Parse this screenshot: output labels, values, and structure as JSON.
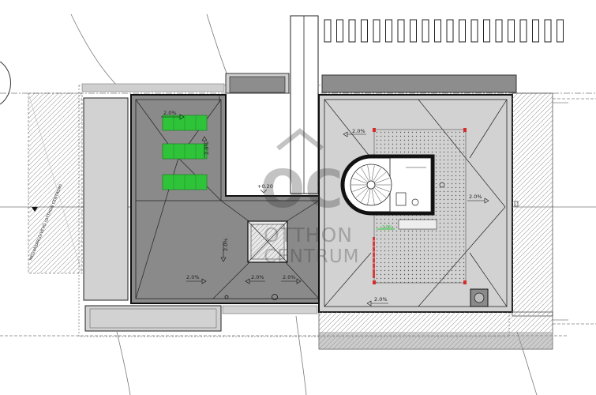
{
  "slope_labels": {
    "s1": "2.0%",
    "s2": "2.0%",
    "s3": "2.0%",
    "s4": "2.0%",
    "s5": "2.0%",
    "s6": "2.0%",
    "s7": "2.0%",
    "s8": "2.0%",
    "s9": "2.0%",
    "s10": "2.0%"
  },
  "level_label": "+0.20",
  "neighbor_label": "MEGVÁSÁRLÓ/VEVŐ (OTTHON CENTRUM)",
  "watermark": {
    "line1": "OTTHON",
    "line2": "CENTRUM"
  },
  "colors": {
    "roof_dark": "#8a8a8a",
    "roof_light": "#d2d2d2",
    "solar_green": "#2fc33a",
    "accent_red": "#d42b2b",
    "line": "#1a1a1a"
  },
  "icons": [
    "house-logo-icon",
    "spiral-stair-icon",
    "solar-panel-icon",
    "roof-drain-icon",
    "chimney-icon"
  ]
}
